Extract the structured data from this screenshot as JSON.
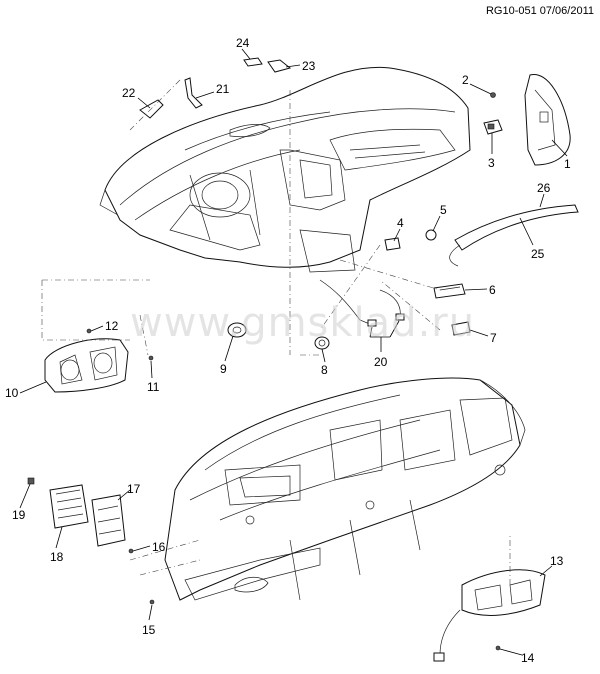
{
  "header": {
    "ref": "RG10-051 07/06/2011"
  },
  "watermark": "www.gmsklad.ru",
  "callouts": [
    "1",
    "2",
    "3",
    "4",
    "5",
    "6",
    "7",
    "8",
    "9",
    "10",
    "11",
    "12",
    "13",
    "14",
    "15",
    "16",
    "17",
    "18",
    "19",
    "20",
    "21",
    "22",
    "23",
    "24",
    "25",
    "26"
  ]
}
